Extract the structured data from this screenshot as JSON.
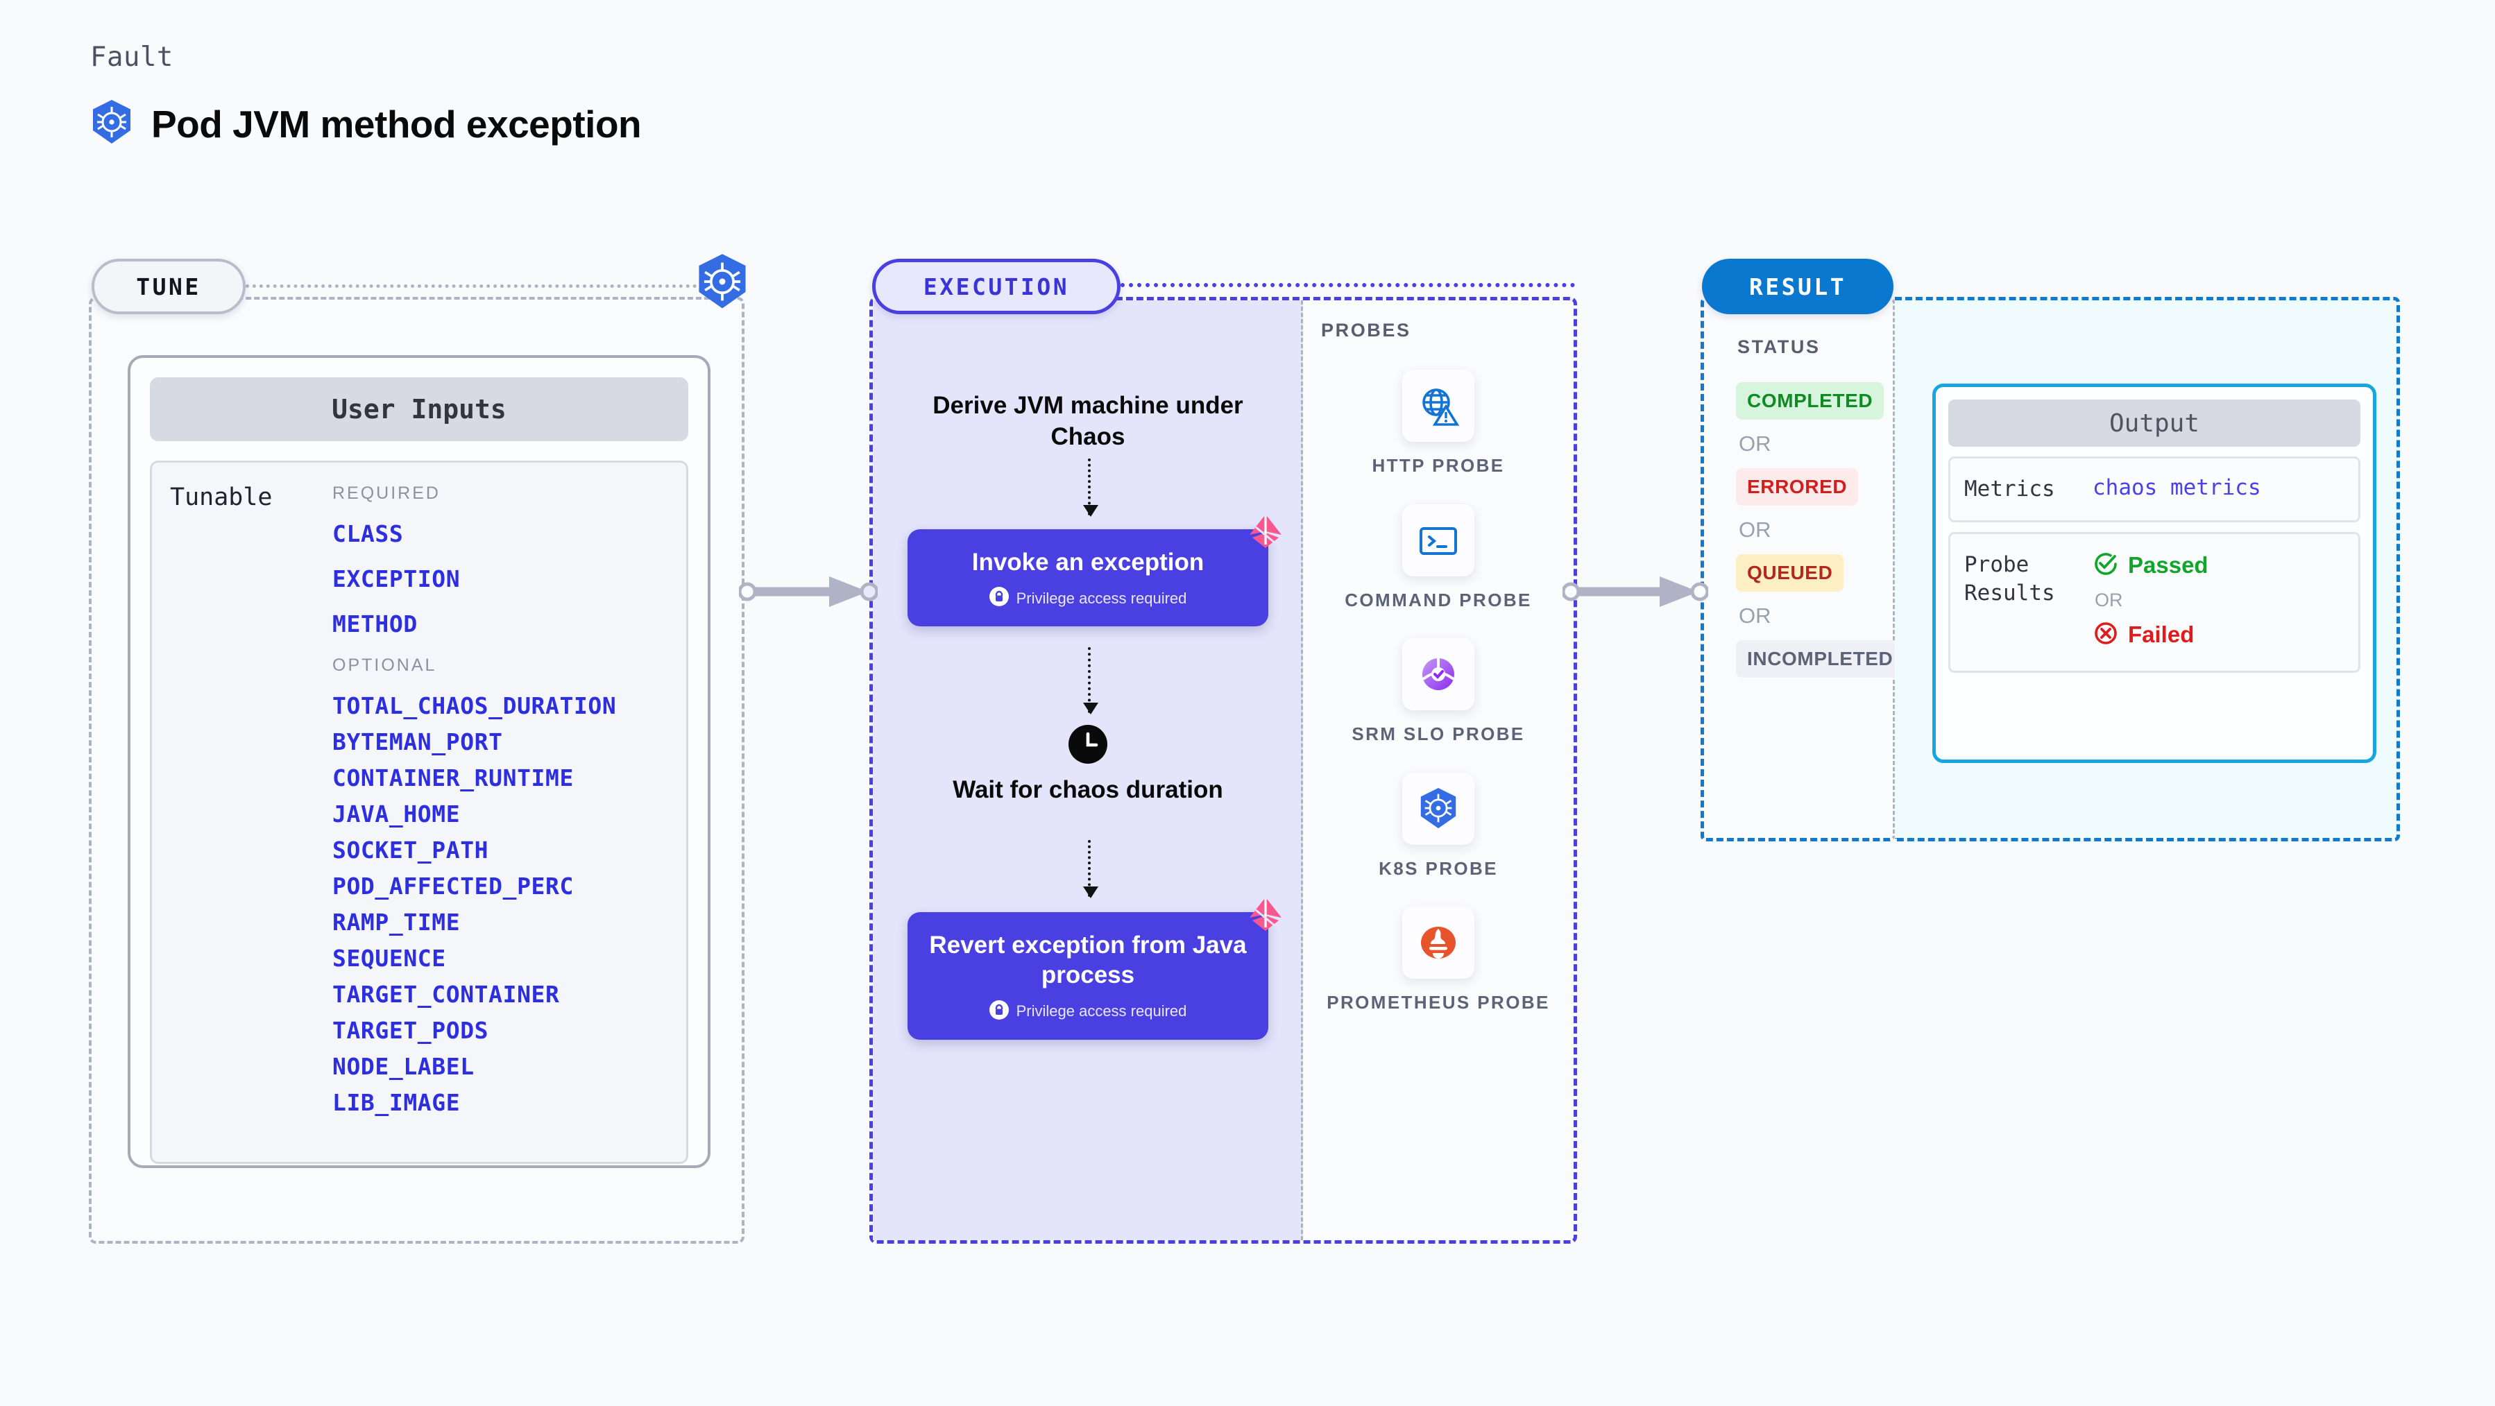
{
  "header": {
    "kicker": "Fault",
    "title": "Pod JVM method exception",
    "icon": "kubernetes-icon"
  },
  "tune": {
    "pill_label": "TUNE",
    "platform_icon": "kubernetes-icon",
    "card_title": "User Inputs",
    "tunable_label": "Tunable",
    "required_heading": "REQUIRED",
    "optional_heading": "OPTIONAL",
    "required": [
      "CLASS",
      "EXCEPTION",
      "METHOD"
    ],
    "optional": [
      "TOTAL_CHAOS_DURATION",
      "BYTEMAN_PORT",
      "CONTAINER_RUNTIME",
      "JAVA_HOME",
      "SOCKET_PATH",
      "POD_AFFECTED_PERC",
      "RAMP_TIME",
      "SEQUENCE",
      "TARGET_CONTAINER",
      "TARGET_PODS",
      "NODE_LABEL",
      "LIB_IMAGE"
    ]
  },
  "execution": {
    "pill_label": "EXECUTION",
    "steps": [
      {
        "kind": "text",
        "label": "Derive JVM machine under Chaos"
      },
      {
        "kind": "action",
        "label": "Invoke an exception",
        "note": "Privilege access required",
        "badge": "chaos-logo-icon",
        "lock_icon": "lock-icon"
      },
      {
        "kind": "timer",
        "label": "Wait for chaos duration",
        "icon": "clock-icon"
      },
      {
        "kind": "action",
        "label": "Revert exception from Java process",
        "note": "Privilege access required",
        "badge": "chaos-logo-icon",
        "lock_icon": "lock-icon"
      }
    ]
  },
  "probes": {
    "title": "PROBES",
    "items": [
      {
        "label": "HTTP PROBE",
        "icon": "globe-warning-icon"
      },
      {
        "label": "COMMAND PROBE",
        "icon": "terminal-icon"
      },
      {
        "label": "SRM SLO PROBE",
        "icon": "slo-check-icon"
      },
      {
        "label": "K8S PROBE",
        "icon": "kubernetes-icon"
      },
      {
        "label": "PROMETHEUS PROBE",
        "icon": "prometheus-icon"
      }
    ]
  },
  "result": {
    "pill_label": "RESULT",
    "status_title": "STATUS",
    "or_label": "OR",
    "statuses": [
      {
        "label": "COMPLETED",
        "bg": "#d7f5dc",
        "fg": "#0f8b23"
      },
      {
        "label": "ERRORED",
        "bg": "#fdeaea",
        "fg": "#cf1f1f"
      },
      {
        "label": "QUEUED",
        "bg": "#fcefc4",
        "fg": "#b3281b"
      },
      {
        "label": "INCOMPLETED",
        "bg": "#eef0f6",
        "fg": "#5d6377"
      }
    ],
    "output": {
      "header": "Output",
      "metrics_key": "Metrics",
      "metrics_value": "chaos metrics",
      "probe_results_key": "Probe Results",
      "passed_label": "Passed",
      "failed_label": "Failed",
      "or_label": "OR",
      "passed_color": "#12a52c",
      "failed_color": "#e01b1b"
    }
  },
  "colors": {
    "background": "#f8fafc",
    "tune_border": "#adb3c0",
    "execution_border": "#4a3fe0",
    "execution_fill": "#e4e4fb",
    "result_border": "#1279d0",
    "output_fill": "#effbfd",
    "output_card_border": "#18a5e0",
    "param_link": "#2c2ee0",
    "action_box": "#4a3fe0",
    "chaos_pink": "#f9588f",
    "k8s_blue": "#336ce3"
  }
}
